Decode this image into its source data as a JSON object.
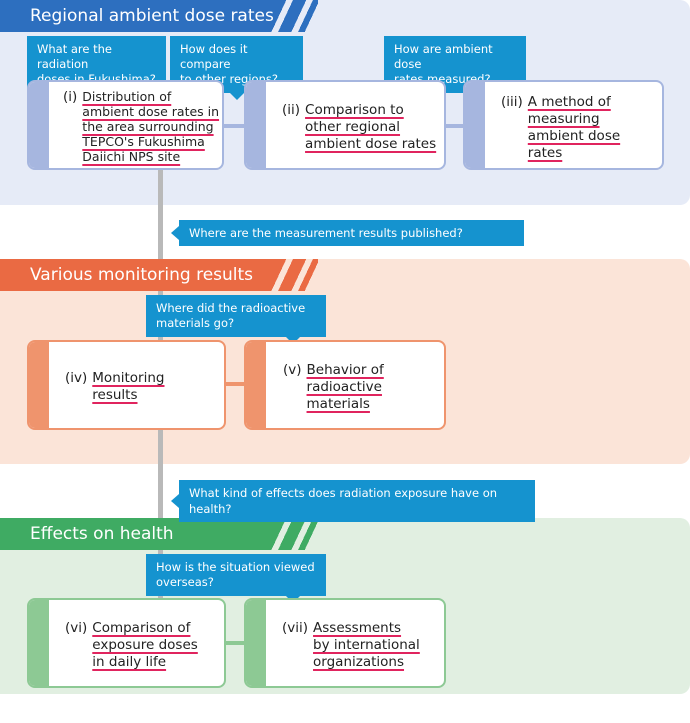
{
  "colors": {
    "blue_banner": "#2d6fbf",
    "orange_banner": "#ea6a43",
    "green_banner": "#3fab63",
    "question_bubble": "#1593cf",
    "underline": "#e0245e"
  },
  "sections": {
    "dose": {
      "title": "Regional ambient dose rates",
      "questions": [
        "What are the radiation\ndoses in Fukushima?",
        "How does it compare\nto other regions?",
        "How are ambient dose\nrates measured?"
      ],
      "cards": [
        {
          "num": "(i)",
          "title": "Distribution of\nambient dose rates in\nthe area surrounding\nTEPCO's Fukushima\nDaiichi NPS site"
        },
        {
          "num": "(ii)",
          "title": "Comparison to\nother regional\nambient dose rates"
        },
        {
          "num": "(iii)",
          "title": "A method of\nmeasuring\nambient dose\nrates"
        }
      ]
    },
    "link1": "Where are the measurement results published?",
    "monitoring": {
      "title": "Various monitoring results",
      "questions": [
        "Where did the radioactive\nmaterials go?"
      ],
      "cards": [
        {
          "num": "(iv)",
          "title": "Monitoring\nresults"
        },
        {
          "num": "(v)",
          "title": "Behavior of\nradioactive\nmaterials"
        }
      ]
    },
    "link2": "What kind of effects does radiation exposure have on health?",
    "health": {
      "title": "Effects on health",
      "questions": [
        "How is the situation viewed\noverseas?"
      ],
      "cards": [
        {
          "num": "(vi)",
          "title": "Comparison of\nexposure doses\nin daily life"
        },
        {
          "num": "(vii)",
          "title": "Assessments\nby international\norganizations"
        }
      ]
    }
  }
}
